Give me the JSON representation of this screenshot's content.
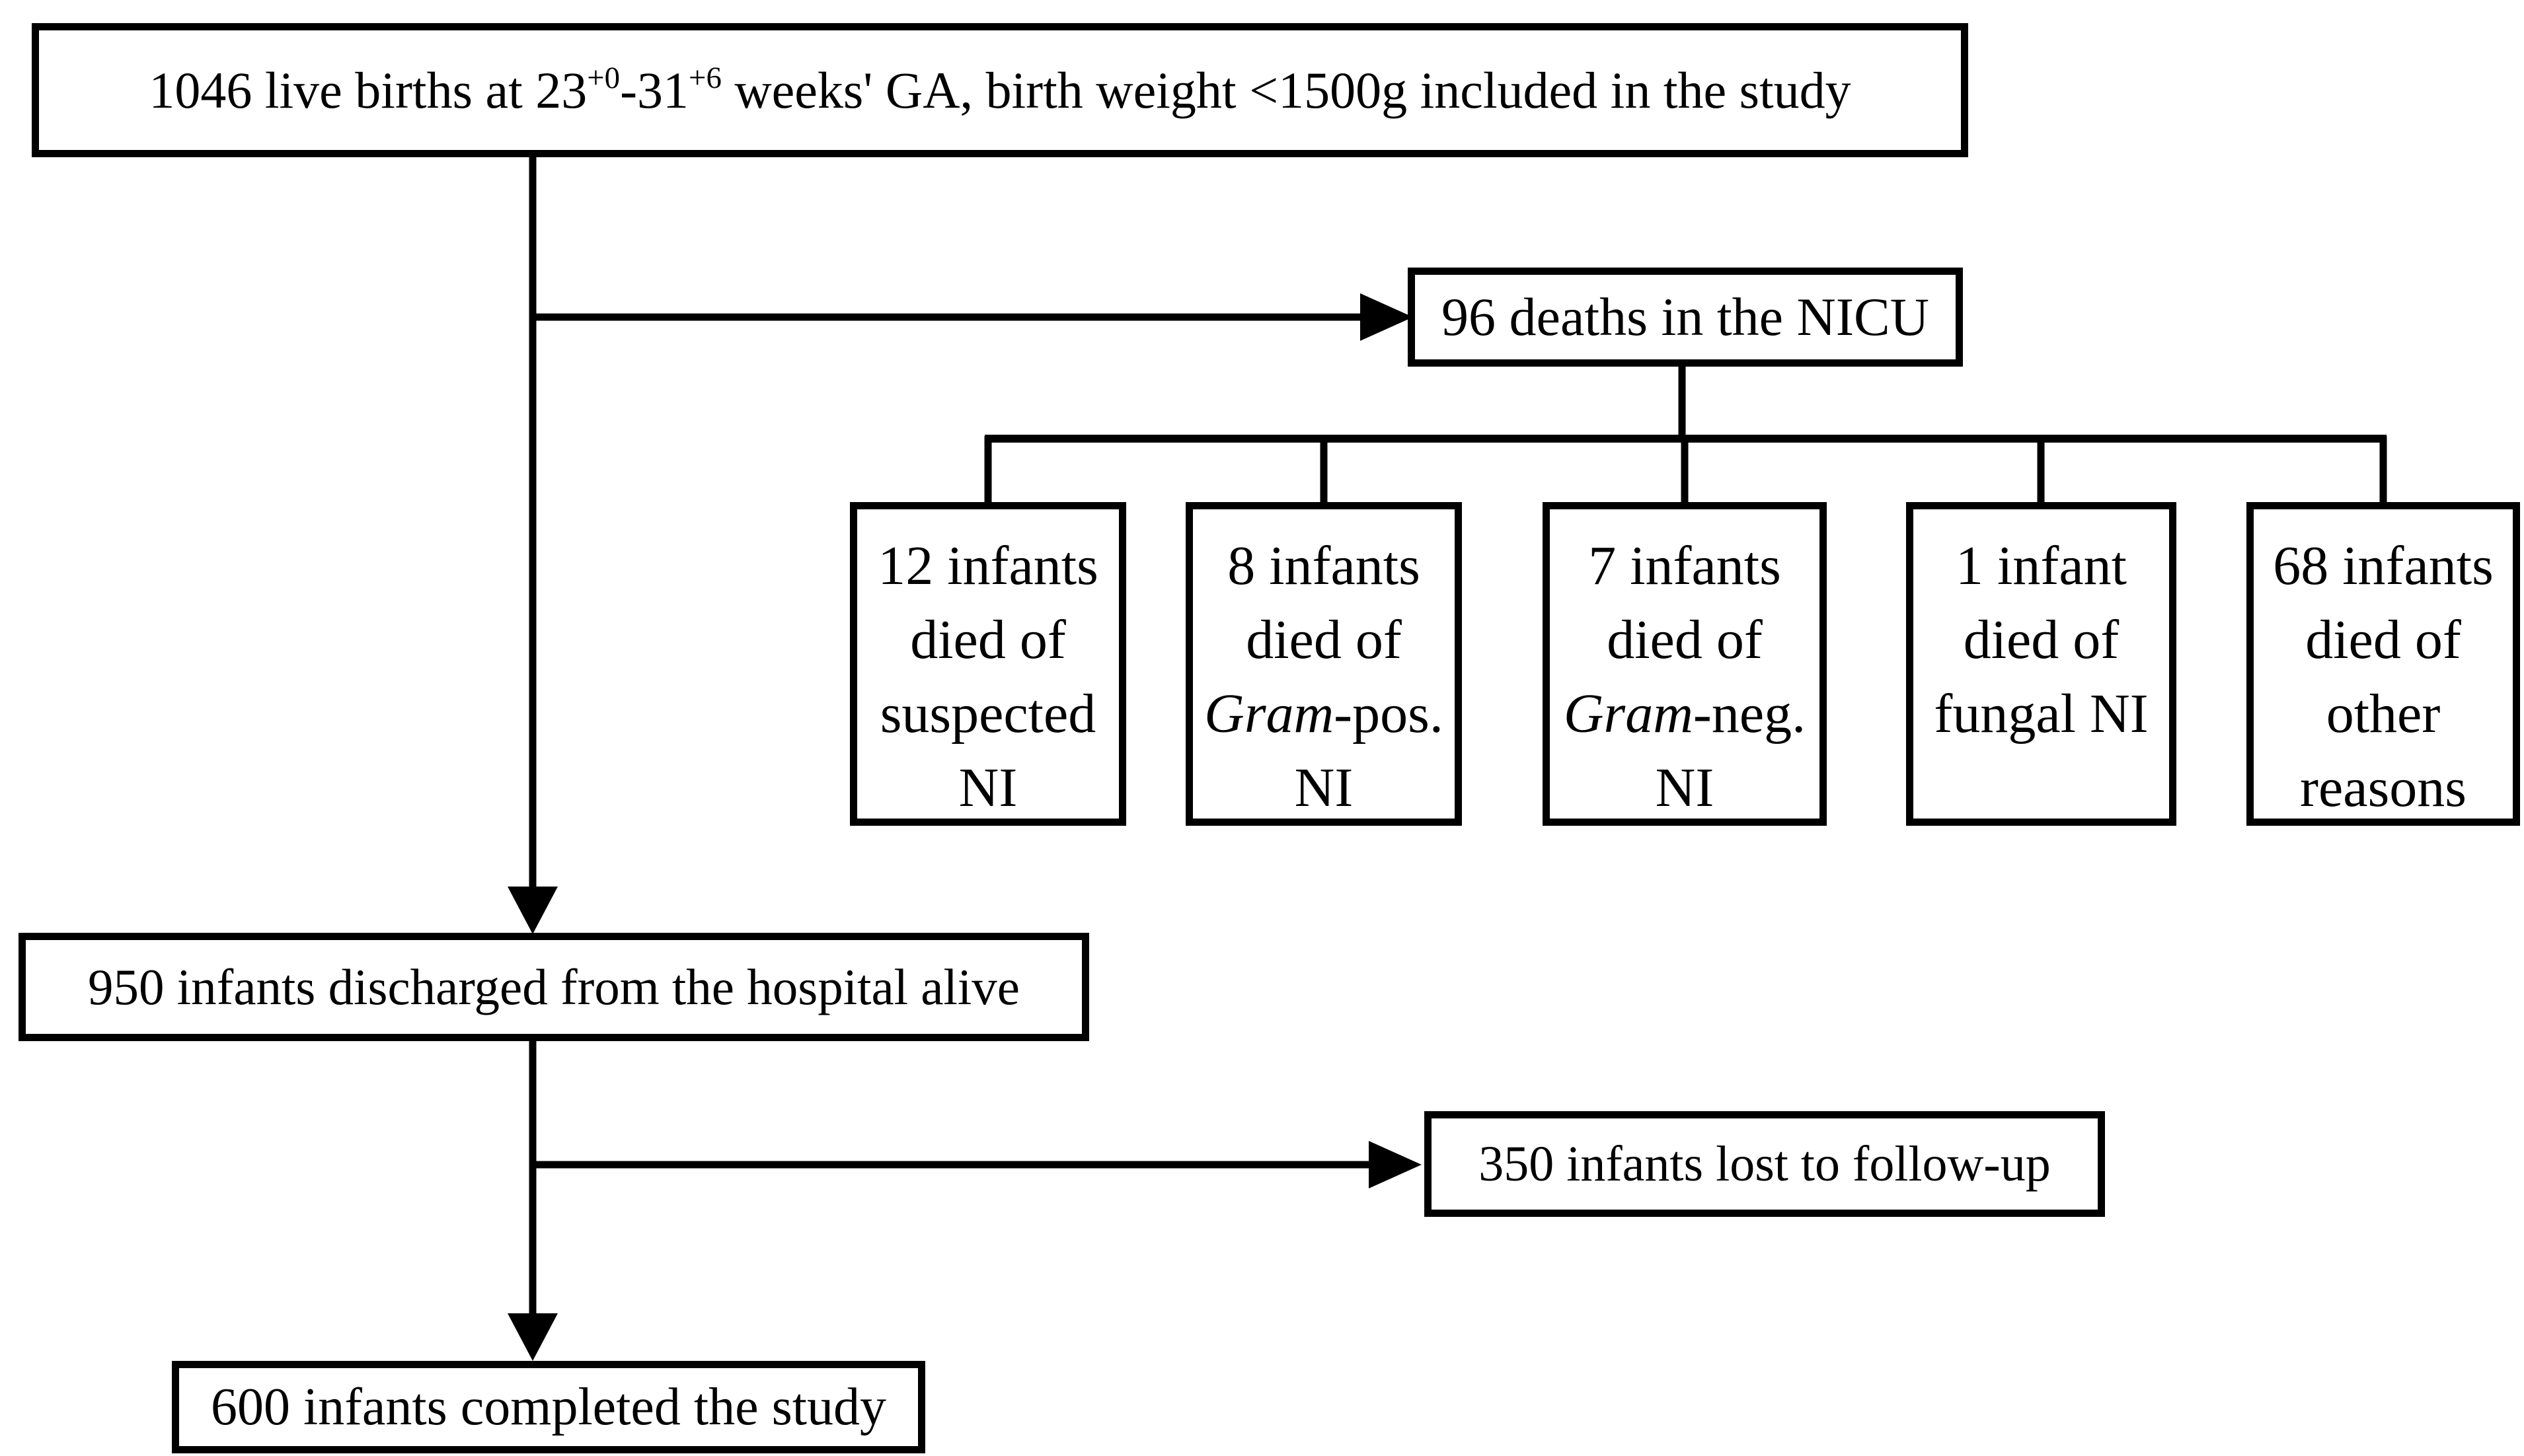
{
  "colors": {
    "line": "#000000",
    "text": "#000000",
    "background": "#ffffff"
  },
  "flow": {
    "top": {
      "pre": "1046 live births at 23",
      "sup1": "+0",
      "dash": "-31",
      "sup2": "+6",
      "post": " weeks' GA, birth weight <1500g included in the study"
    },
    "nicu_deaths": {
      "label": "96 deaths in the NICU"
    },
    "death_causes": [
      {
        "line1": "12 infants",
        "line2": "died of",
        "line3": "suspected",
        "line4": "NI"
      },
      {
        "line1": "8 infants",
        "line2": "died of",
        "line3_italic": "Gram",
        "line3_rest": "-pos.",
        "line4": "NI"
      },
      {
        "line1": "7 infants",
        "line2": "died of",
        "line3_italic": "Gram",
        "line3_rest": "-neg.",
        "line4": "NI"
      },
      {
        "line1": "1 infant",
        "line2": "died of",
        "line3": "fungal NI",
        "line4": ""
      },
      {
        "line1": "68 infants",
        "line2": "died of",
        "line3": "other",
        "line4": "reasons"
      }
    ],
    "discharged": {
      "label": "950 infants discharged from the hospital alive"
    },
    "lost": {
      "label": "350 infants lost to follow-up"
    },
    "completed": {
      "label": "600 infants completed the study"
    }
  }
}
